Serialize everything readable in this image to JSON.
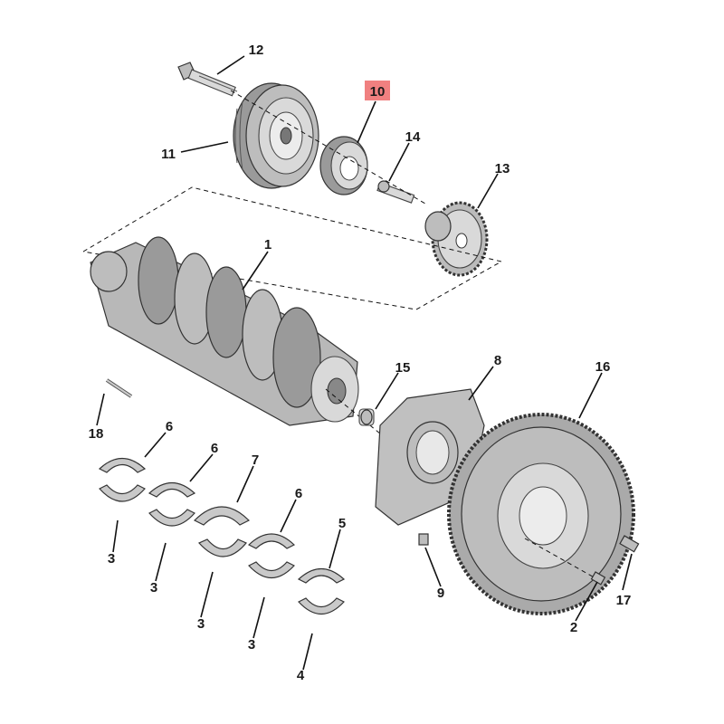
{
  "labels": {
    "l1": "1",
    "l2": "2",
    "l3a": "3",
    "l3b": "3",
    "l3c": "3",
    "l3d": "3",
    "l4": "4",
    "l5": "5",
    "l6a": "6",
    "l6b": "6",
    "l6c": "6",
    "l7": "7",
    "l8": "8",
    "l9": "9",
    "l10": "10",
    "l11": "11",
    "l12": "12",
    "l13": "13",
    "l14": "14",
    "l15": "15",
    "l16": "16",
    "l17": "17",
    "l18": "18"
  },
  "highlight": {
    "label_key": "l10",
    "color": "#f08080"
  },
  "colors": {
    "line": "#111111",
    "metal_dark": "#9a9a9a",
    "metal_light": "#d9d9d9"
  }
}
